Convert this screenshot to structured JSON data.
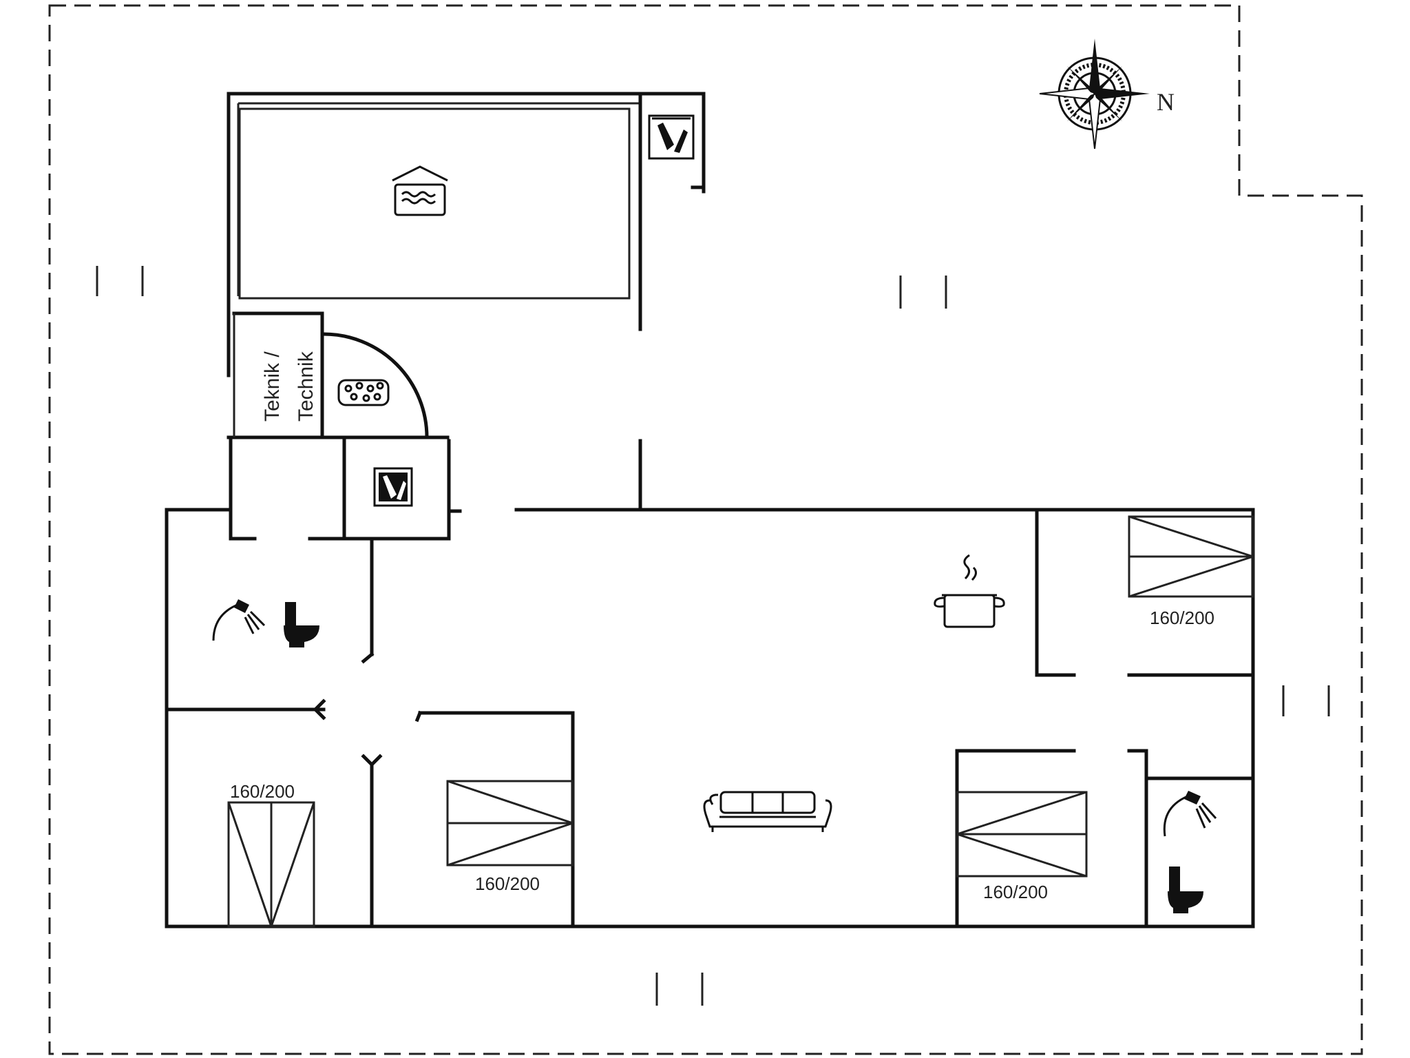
{
  "compass": {
    "north_label": "N"
  },
  "rooms": {
    "technik_label_line1": "Teknik /",
    "technik_label_line2": "Technik"
  },
  "beds": [
    {
      "id": "bed-top-right",
      "size": "160/200"
    },
    {
      "id": "bed-left",
      "size": "160/200"
    },
    {
      "id": "bed-center-left",
      "size": "160/200"
    },
    {
      "id": "bed-center-right",
      "size": "160/200"
    }
  ],
  "icons": {
    "pool": "pool-icon",
    "sauna_top": "sauna-icon",
    "whirlpool": "whirlpool-icon",
    "sauna_middle": "sauna-icon",
    "shower_left": "shower-icon",
    "toilet_left": "toilet-icon",
    "kitchen": "cooking-pot-icon",
    "sofa": "sofa-icon",
    "shower_right": "shower-icon",
    "toilet_right": "toilet-icon",
    "compass": "compass-rose-icon"
  }
}
